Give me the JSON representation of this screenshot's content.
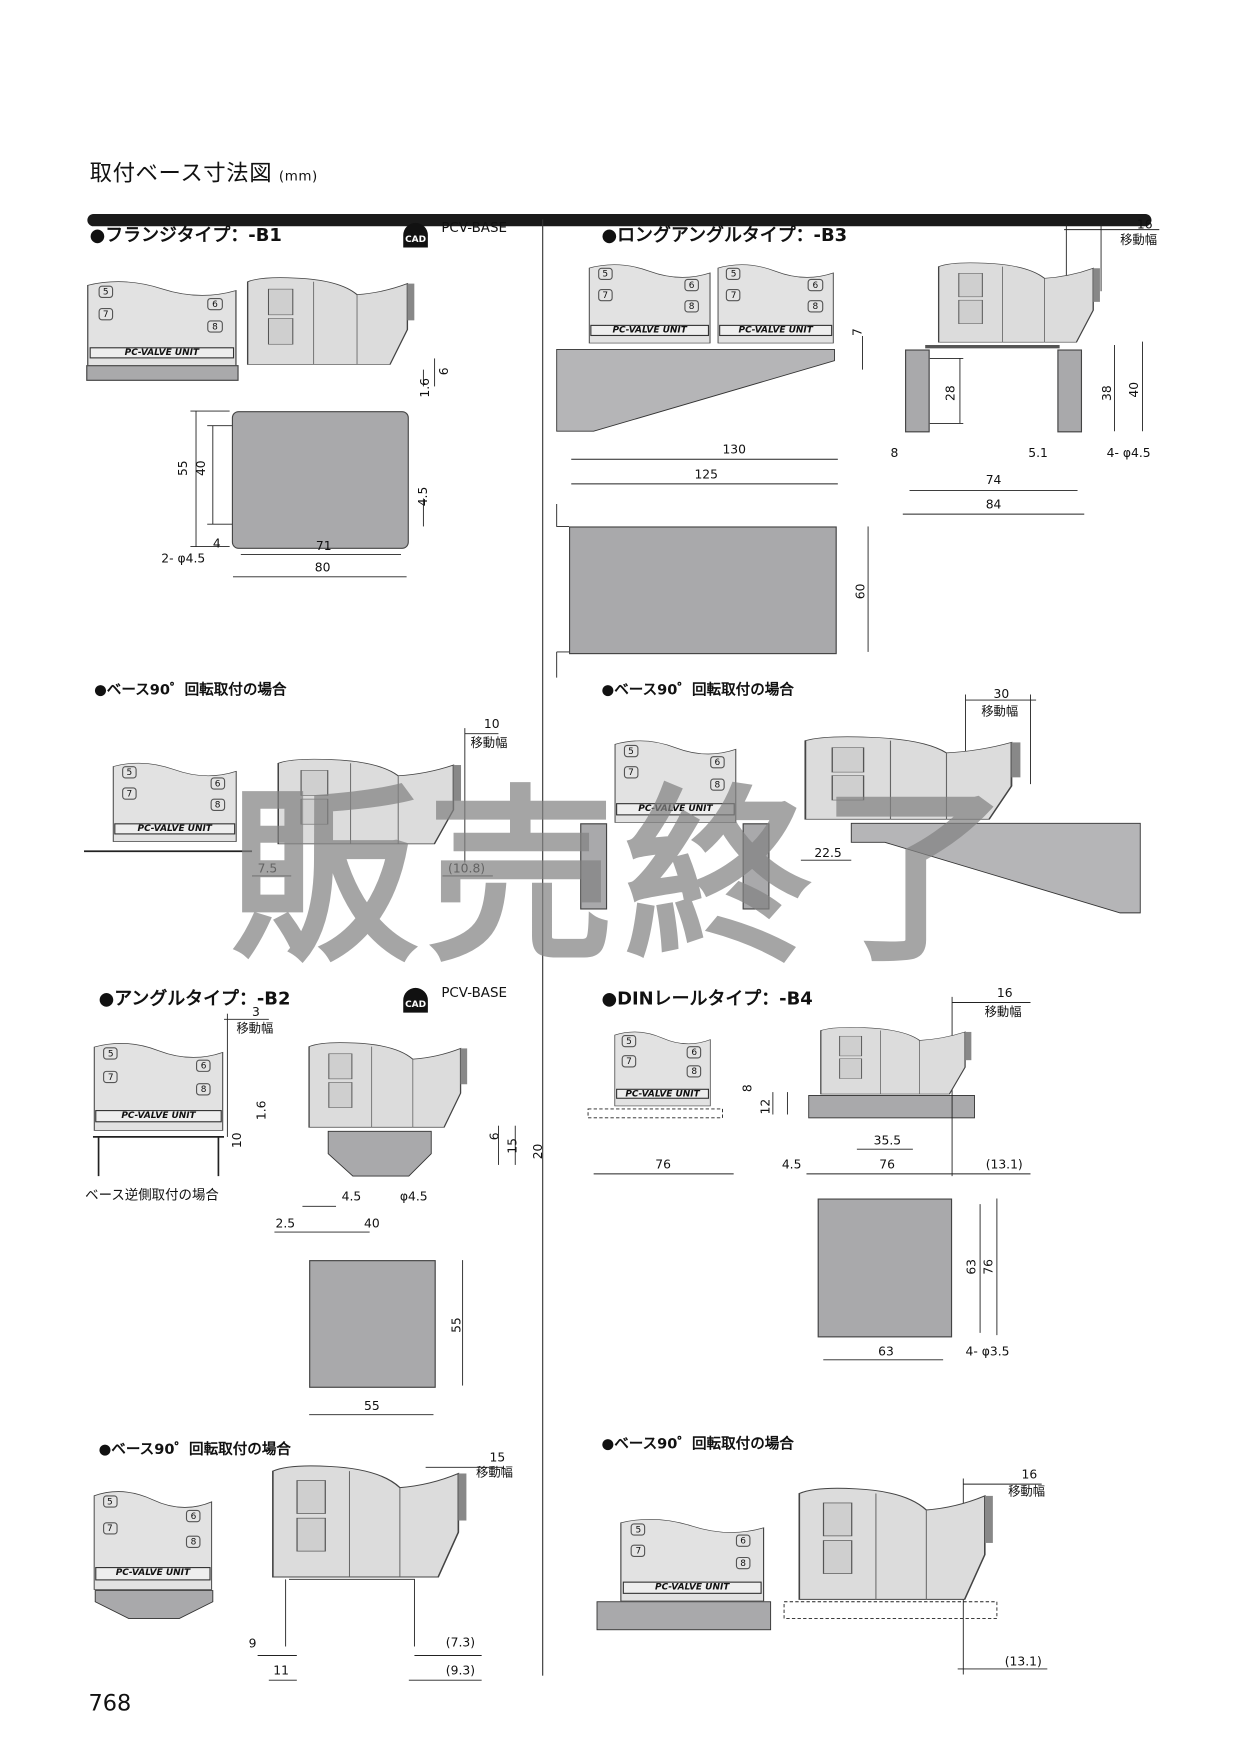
{
  "header": {
    "title": "取付ベース寸法図",
    "unit": "(mm)"
  },
  "page_number": "768",
  "watermark": "販売終了",
  "unit": {
    "label": "PC-VALVE UNIT",
    "port5": "5",
    "port6": "6",
    "port7": "7",
    "port8": "8"
  },
  "movement_label": "移動幅",
  "rotated_title": "●ベース90゜回転取付の場合",
  "cad": {
    "badge": "CAD",
    "model": "PCV-BASE"
  },
  "b1": {
    "title": "●フランジタイプ：-B1",
    "dims": {
      "d6": "6",
      "d16": "1.6",
      "d55": "55",
      "d40": "40",
      "d45": "4.5",
      "d4": "4",
      "hole": "2- φ4.5",
      "d71": "71",
      "d80": "80"
    },
    "rotated": {
      "move": "10",
      "d75": "7.5",
      "d108": "(10.8)"
    }
  },
  "b2": {
    "title": "●アングルタイプ：-B2",
    "move": "3",
    "reverse_note": "ベース逆側取付の場合",
    "dims": {
      "d16": "1.6",
      "d10": "10",
      "d6": "6",
      "d15": "15",
      "d20": "20",
      "d45": "4.5",
      "hole": "φ4.5",
      "d25": "2.5",
      "d40": "40",
      "d55v": "55",
      "d55h": "55"
    },
    "rotated": {
      "move": "15",
      "d9": "9",
      "d11": "11",
      "d73": "(7.3)",
      "d93": "(9.3)"
    }
  },
  "b3": {
    "title": "●ロングアングルタイプ：-B3",
    "move": "16",
    "dims": {
      "d7": "7",
      "d130": "130",
      "d125": "125",
      "d60": "60",
      "d28": "28",
      "d38": "38",
      "d40": "40",
      "d8": "8",
      "d51": "5.1",
      "hole": "4- φ4.5",
      "d74": "74",
      "d84": "84"
    },
    "rotated": {
      "move": "30",
      "d225": "22.5"
    }
  },
  "b4": {
    "title": "●DINレールタイプ：-B4",
    "move": "16",
    "dims": {
      "d8": "8",
      "d12": "12",
      "d76a": "76",
      "d355": "35.5",
      "d45": "4.5",
      "d76b": "76",
      "d131": "(13.1)",
      "d63v": "63",
      "d76v": "76",
      "d63h": "63",
      "hole": "4- φ3.5"
    },
    "rotated": {
      "move": "16",
      "d131": "(13.1)"
    }
  },
  "colors": {
    "plate": "#a9a9ab",
    "body": "#e0e0e0",
    "watermark": "#8a8a8a",
    "bar": "#1a1a1a"
  }
}
